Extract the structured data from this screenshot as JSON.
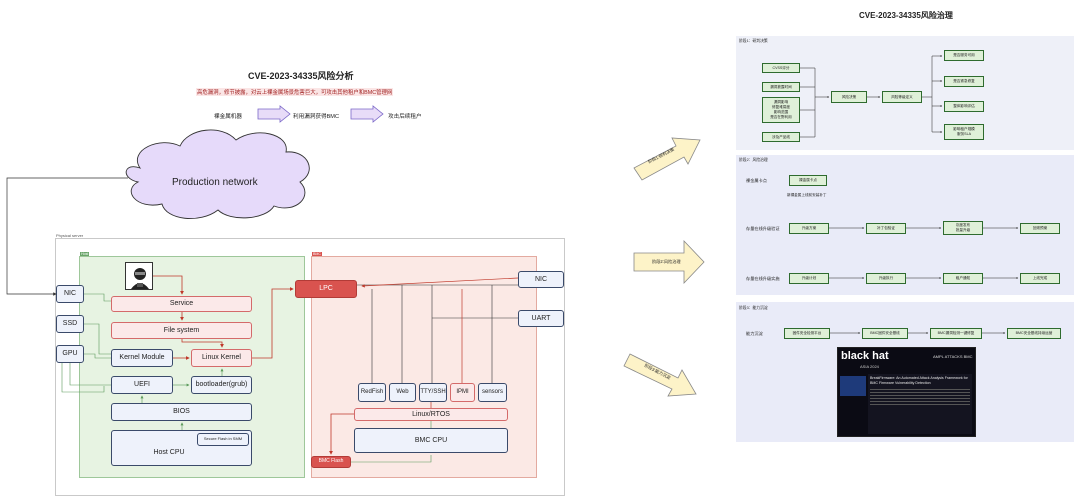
{
  "left": {
    "title": "CVE-2023-34335风险分析",
    "subtitle": "高危漏洞，修节披露，对云上裸金属场景危害巨大，可攻击其他租户和BMC管理网",
    "attack_chain": [
      "裸金属机器",
      "利用漏洞获得BMC",
      "攻击后续租户"
    ],
    "cloud_label": "Production network",
    "physical_server_label": "Physical server",
    "host_label": "Host",
    "bmc_label": "BMC",
    "host": {
      "service": "Service",
      "filesystem": "File system",
      "kernel_module": "Kernel Module",
      "linux_kernel": "Linux Kernel",
      "uefi": "UEFI",
      "bootloader": "bootloader(grub)",
      "bios": "BIOS",
      "host_cpu": "Host CPU",
      "secure_flash": "Secure Flash in SMM"
    },
    "devices": [
      "NIC",
      "SSD",
      "GPU"
    ],
    "bmc": {
      "lpc": "LPC",
      "nic": "NIC",
      "uart": "UART",
      "services": [
        "RedFish",
        "Web",
        "TTY/SSH",
        "IPMI",
        "sensors"
      ],
      "os": "Linux/RTOS",
      "cpu": "BMC CPU",
      "flash": "BMC Flash"
    }
  },
  "right": {
    "title": "CVE-2023-34335风险治理",
    "arrows": [
      "阶段1:研判决策",
      "阶段2:风险治理",
      "阶段3:能力沉淀"
    ],
    "panel1": {
      "label": "阶段1：研判决策",
      "inputs": [
        "CVSS评分",
        "漏洞披露时间",
        "漏洞影响\n修复难易度\n影响范围\n是否在野利用",
        "涉及产品线"
      ],
      "mid1": "风险决策",
      "mid2": "风险等级定义",
      "outputs": [
        "是否服务可用",
        "是否紧急修复",
        "整体影响评估",
        "影响租户规模\n服务SLA"
      ]
    },
    "panel2": {
      "label": "阶段2：风险治理",
      "row1_label": "裸金属卡点",
      "row1_box": "裸金属卡点",
      "row1_note": "新裸金属上线前安装补丁",
      "row2_label": "存量在线升级验证",
      "row2_steps": [
        "升级方案",
        "补丁包验证",
        "灰度发布\n批量升级",
        "回滚预案"
      ],
      "row3_label": "存量在线升级实施",
      "row3_steps": [
        "升级计划",
        "升级执行",
        "租户通知",
        "上线完成"
      ]
    },
    "panel3": {
      "label": "阶段3：能力沉淀",
      "row_label": "能力沉淀",
      "steps": [
        "固件安全检测平台",
        "BMC固件安全基线",
        "BMC漏洞检测一键修复",
        "BMC安全基线持续运营"
      ],
      "screenshot_logo": "black hat",
      "screenshot_sub": "ASIA 2024",
      "screenshot_headline": "AMPL ATTACKS BMC",
      "screenshot_title": "BreakFirmware: An Automated Attack Analysis Framework for BMC Firmware Vulnerability Detection"
    }
  }
}
